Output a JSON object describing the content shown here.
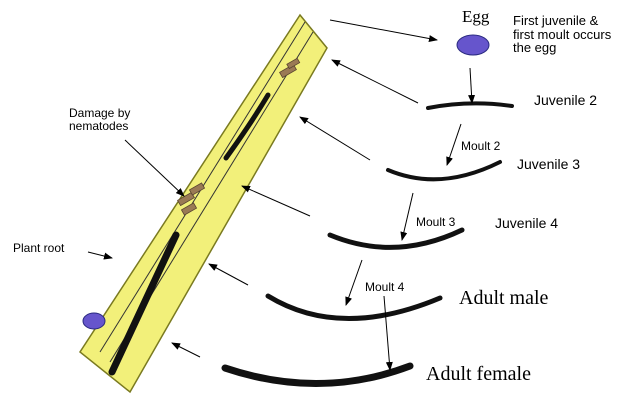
{
  "labels": {
    "egg": "Egg",
    "first_juvenile_line1": "First juvenile &",
    "first_juvenile_line2": "first moult occurs",
    "first_juvenile_line3": "the egg",
    "juvenile2": "Juvenile 2",
    "moult2": "Moult 2",
    "juvenile3": "Juvenile 3",
    "moult3": "Moult 3",
    "juvenile4": "Juvenile 4",
    "moult4": "Moult 4",
    "adult_male": "Adult male",
    "adult_female": "Adult female",
    "damage_line1": "Damage by",
    "damage_line2": "nematodes",
    "plant_root": "Plant root"
  },
  "colors": {
    "root_fill": "#f2f07a",
    "root_stroke": "#7a7a20",
    "egg_fill": "#6655cc",
    "egg_stroke": "#2a2a80",
    "damage_fill": "#9a7a55",
    "worm": "#111111"
  }
}
